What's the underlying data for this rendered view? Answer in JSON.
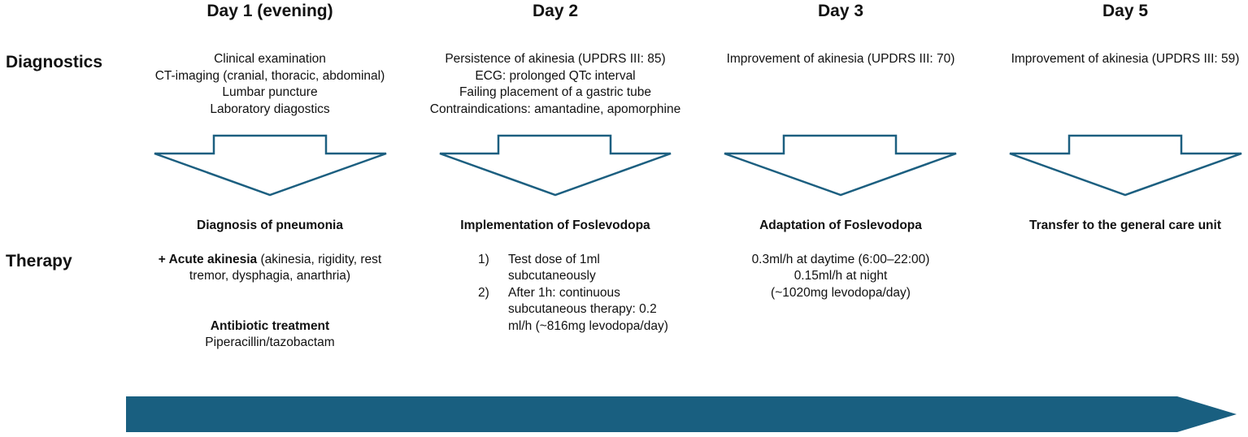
{
  "row_labels": {
    "diagnostics": "Diagnostics",
    "therapy": "Therapy"
  },
  "colors": {
    "arrow_stroke": "#1c5f80",
    "timeline_fill": "#195f80",
    "text": "#111111"
  },
  "days": [
    {
      "title": "Day 1 (evening)",
      "diagnostics": [
        "Clinical examination",
        "CT-imaging (cranial, thoracic, abdominal)",
        "Lumbar puncture",
        "Laboratory diagostics"
      ],
      "therapy": {
        "heading": "Diagnosis of pneumonia",
        "akinesia_bold": "+ Acute akinesia",
        "akinesia_line1": " (akinesia, rigidity, rest",
        "akinesia_line2": "tremor, dysphagia, anarthria)",
        "treatment_heading": "Antibiotic treatment",
        "treatment_drug": "Piperacillin/tazobactam"
      }
    },
    {
      "title": "Day 2",
      "diagnostics": [
        "Persistence of akinesia (UPDRS III: 85)",
        "ECG: prolonged QTc interval",
        "Failing placement of a gastric tube",
        "Contraindications: amantadine, apomorphine"
      ],
      "therapy": {
        "heading": "Implementation of Foslevodopa",
        "steps": [
          {
            "num": "1)",
            "text": "Test dose of 1ml subcutaneously"
          },
          {
            "num": "2)",
            "text": "After 1h: continuous subcutaneous therapy: 0.2 ml/h (~816mg levodopa/day)"
          }
        ]
      }
    },
    {
      "title": "Day 3",
      "diagnostics": [
        "Improvement of akinesia (UPDRS III: 70)"
      ],
      "therapy": {
        "heading": "Adaptation of Foslevodopa",
        "lines": [
          "0.3ml/h at daytime (6:00–22:00)",
          "0.15ml/h at night",
          "(~1020mg levodopa/day)"
        ]
      }
    },
    {
      "title": "Day 5",
      "diagnostics": [
        "Improvement of akinesia (UPDRS III: 59)"
      ],
      "therapy": {
        "heading": "Transfer to the general care unit"
      }
    }
  ]
}
